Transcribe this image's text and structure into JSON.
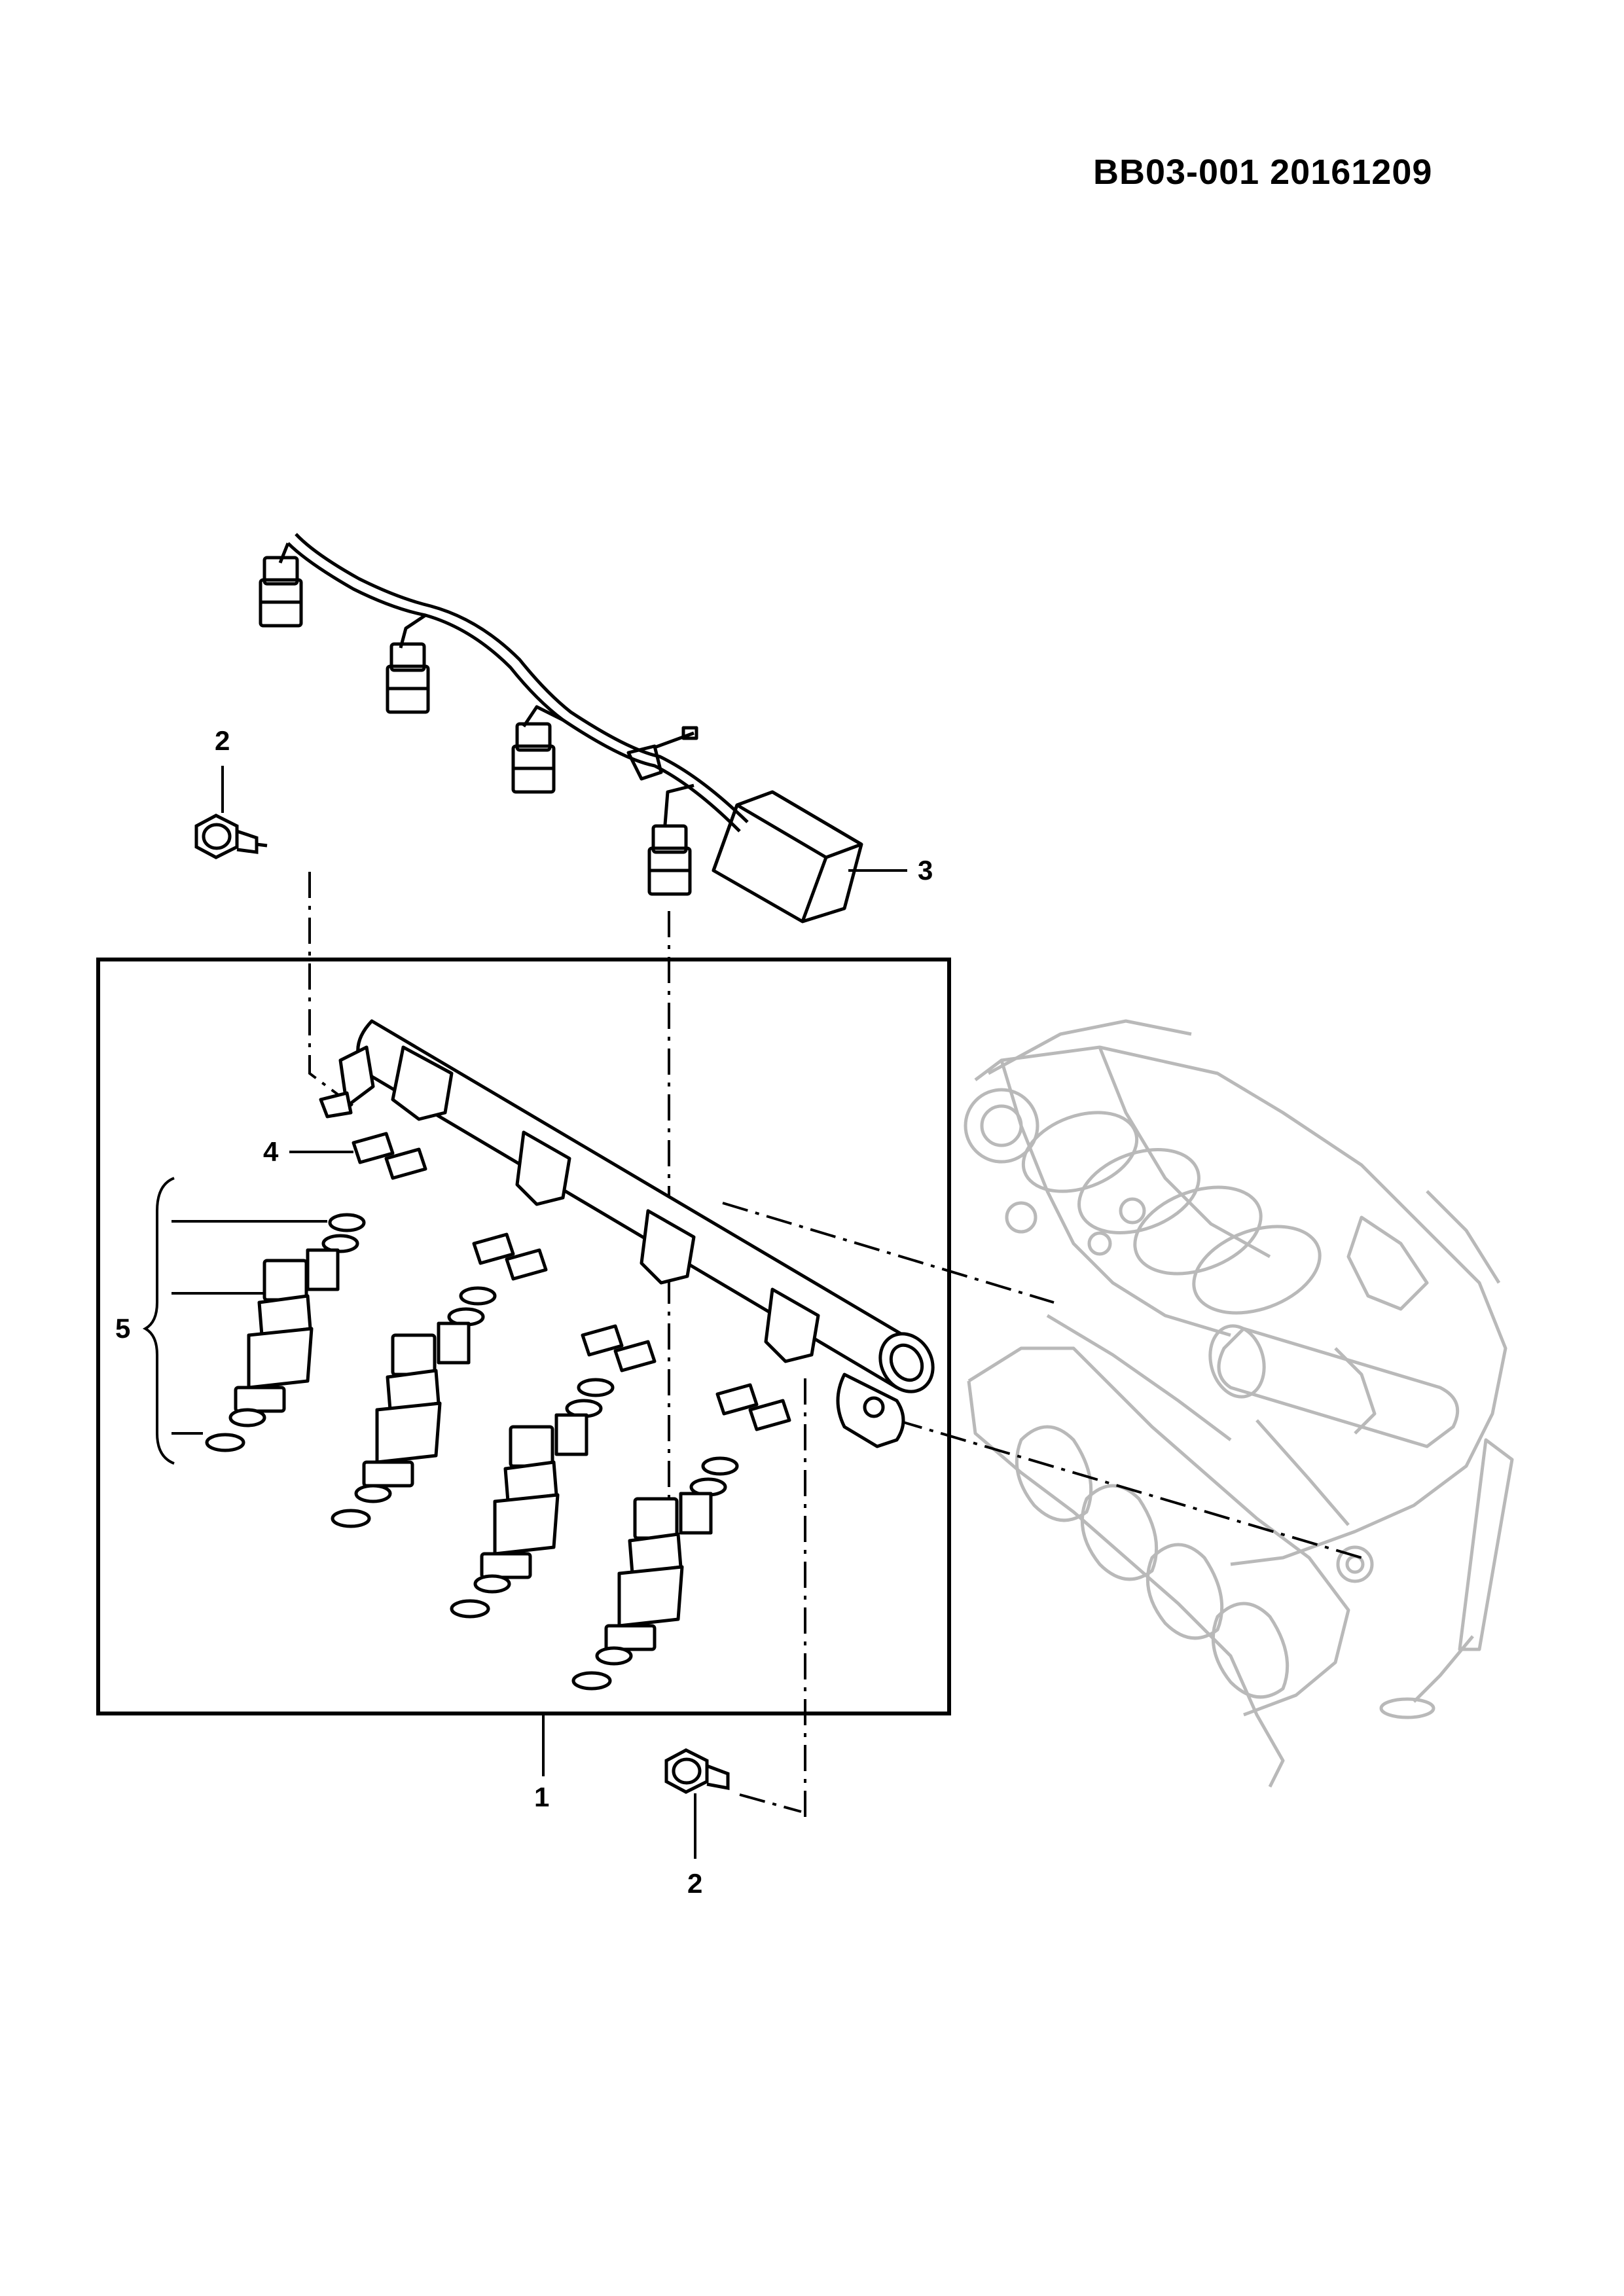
{
  "document_code": "BB03-001 20161209",
  "callouts": {
    "c1": "1",
    "c2_top": "2",
    "c2_bottom": "2",
    "c3": "3",
    "c4": "4",
    "c5": "5"
  },
  "colors": {
    "line": "#000000",
    "background_part": "#b9b9b9"
  }
}
